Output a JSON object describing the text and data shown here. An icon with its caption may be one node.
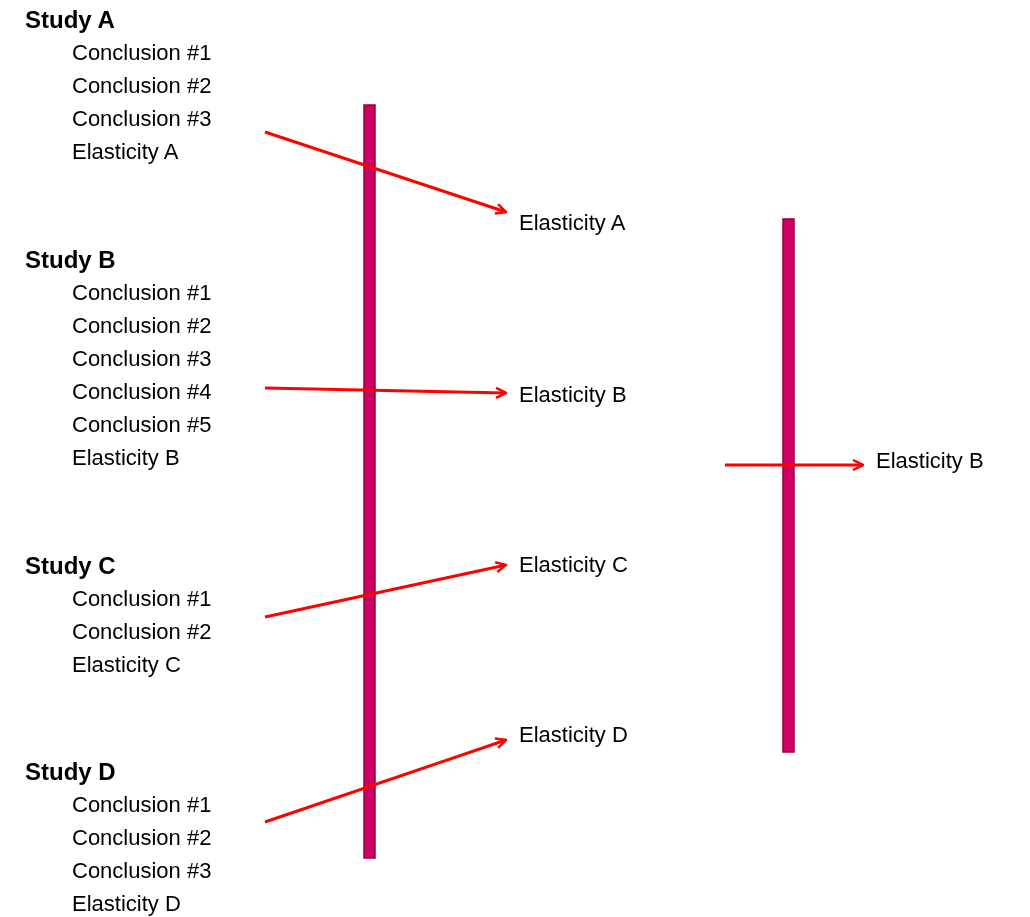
{
  "diagram": {
    "nodes": [
      {
        "text": [
          "Study A",
          "Conclusion #1",
          "Conclusion #2",
          "Conclusion #3",
          "Elasticity A"
        ]
      },
      {
        "text": [
          "Study B",
          "Conclusion #1",
          "Conclusion #2",
          "Conclusion #3",
          "Conclusion #4",
          "Conclusion #5",
          "Elasticity B"
        ]
      },
      {
        "text": [
          "Study C",
          "Conclusion #1",
          "Conclusion #2",
          "Elasticity C"
        ]
      },
      {
        "text": [
          "Study D",
          "Conclusion #1",
          "Conclusion #2",
          "Conclusion #3",
          "Elasticity D"
        ]
      },
      {
        "text": [
          "Elasticity A"
        ]
      },
      {
        "text": [
          "Elasticity B"
        ]
      },
      {
        "text": [
          "Elasticity C"
        ]
      },
      {
        "text": [
          "Elasticity D"
        ]
      },
      {
        "text": [
          "Elasticity B"
        ]
      }
    ],
    "edges": [
      {
        "from": 0,
        "to": 4,
        "arrow": "to"
      },
      {
        "from": 1,
        "to": 5,
        "arrow": "to"
      },
      {
        "from": 2,
        "to": 6,
        "arrow": "to"
      },
      {
        "from": 3,
        "to": 7,
        "arrow": "to"
      },
      {
        "from": null,
        "to": 8,
        "arrow": "to"
      }
    ]
  }
}
